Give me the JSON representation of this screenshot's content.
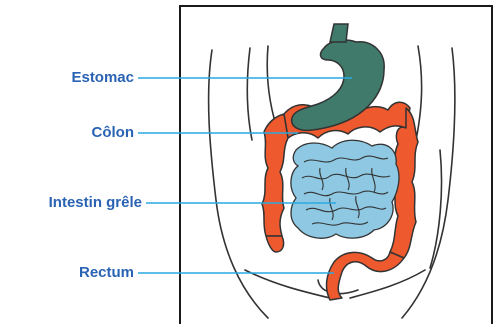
{
  "colors": {
    "label_text": "#2b63b4",
    "leader_line": "#29a9e0",
    "stomach": "#3f7a6a",
    "colon": "#ee5a2e",
    "small_intestine": "#8ec8e2",
    "outline": "#333333",
    "frame": "#1a1a1a"
  },
  "labels": {
    "stomach": "Estomac",
    "colon": "Côlon",
    "small_intestine": "Intestin grêle",
    "rectum": "Rectum"
  }
}
